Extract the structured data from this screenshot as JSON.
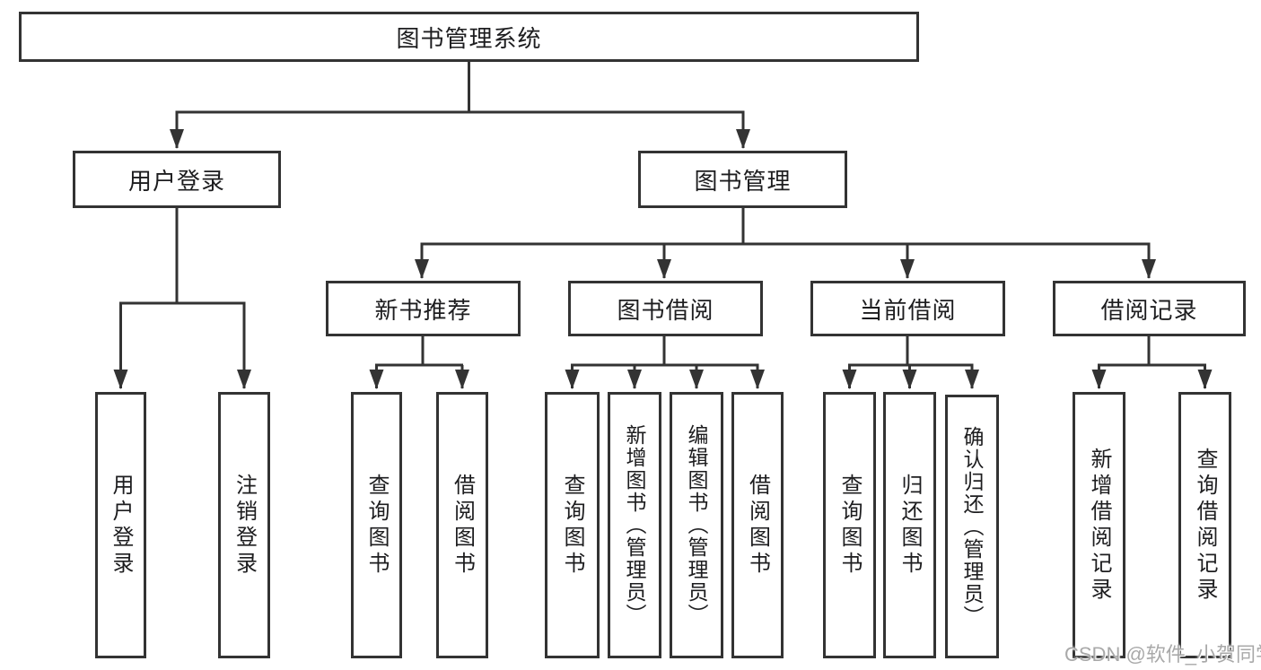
{
  "diagram": {
    "root": {
      "label": "图书管理系统"
    },
    "level2": {
      "user_login": "用户登录",
      "book_mgmt": "图书管理"
    },
    "level3": {
      "new_book_rec": "新书推荐",
      "book_borrow": "图书借阅",
      "current_borrow": "当前借阅",
      "borrow_record": "借阅记录"
    },
    "leaves": {
      "user_login_1": "用户登录",
      "user_login_2": "注销登录",
      "new_book_1": "查询图书",
      "new_book_2": "借阅图书",
      "borrow_1": "查询图书",
      "borrow_2": "新增图书（管理员）",
      "borrow_3": "编辑图书（管理员）",
      "borrow_4": "借阅图书",
      "current_1": "查询图书",
      "current_2": "归还图书",
      "current_3": "确认归还（管理员）",
      "record_1": "新增借阅记录",
      "record_2": "查询借阅记录"
    }
  },
  "watermark": {
    "text": "CSDN @软件_小贺同学"
  },
  "colors": {
    "line": "#333333",
    "box_border": "#333333",
    "text": "#1d1d1f",
    "watermark": "#a9a9a9",
    "background": "#ffffff"
  }
}
